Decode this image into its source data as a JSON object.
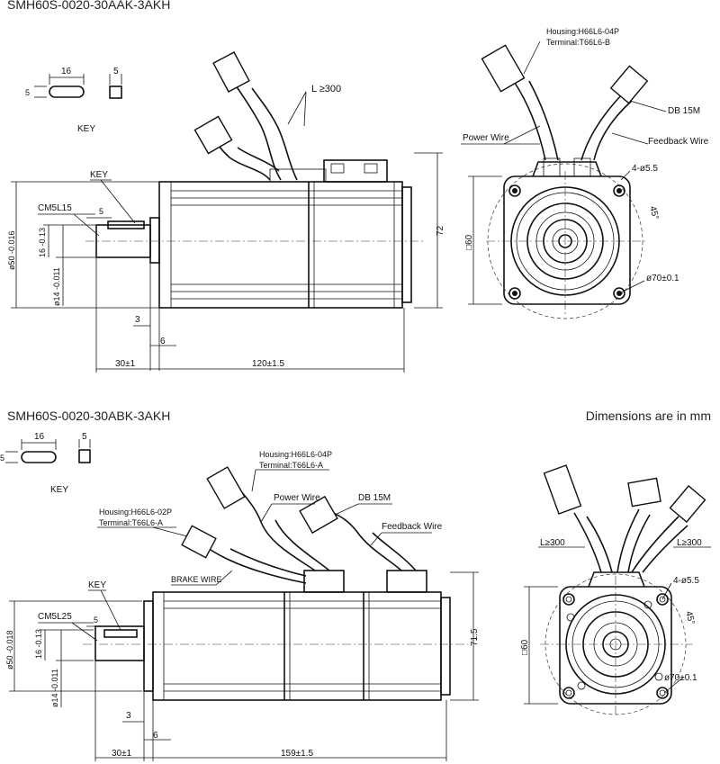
{
  "models": [
    {
      "name": "SMH60S-0020-30AAK-3AKH",
      "key_width": "16",
      "key_height_side": "5",
      "key_height_end": "5",
      "key_view_label": "KEY",
      "key_label": "KEY",
      "thread": "CM5L15",
      "key_offset": "5",
      "pilot_dia": "ø50 -0.016",
      "key_depth": "16 -0.13",
      "shaft_dia": "ø14 -0.011",
      "height": "72",
      "flange_thk": "3",
      "pilot_len": "6",
      "shaft_len": "30±1",
      "body_len": "120±1.5",
      "cable_len": "L ≥300",
      "housing": "Housing:H66L6-04P",
      "terminal": "Terminal:T66L6-B",
      "db": "DB 15M",
      "power": "Power Wire",
      "feedback": "Feedback Wire",
      "holes": "4-ø5.5",
      "angle": "45°",
      "square": "□60",
      "pcd": "ø70±0.1"
    },
    {
      "name": "SMH60S-0020-30ABK-3AKH",
      "key_width": "16",
      "key_height_side": "5",
      "key_height_end": "5",
      "key_view_label": "KEY",
      "key_label": "KEY",
      "thread": "CM5L25",
      "key_offset": "5",
      "pilot_dia": "ø50 -0.018",
      "key_depth": "16 -0.13",
      "shaft_dia": "ø14 -0.011",
      "height": "71.5",
      "flange_thk": "3",
      "pilot_len": "6",
      "shaft_len": "30±1",
      "body_len": "159±1.5",
      "housing_main": "Housing:H66L6-04P",
      "terminal_main": "Terminal:T66L6-A",
      "housing_brake": "Housing:H66L6-02P",
      "terminal_brake": "Terminal:T66L6-A",
      "power": "Power Wire",
      "db": "DB 15M",
      "feedback": "Feedback Wire",
      "brake": "BRAKE WIRE",
      "cable_len_left": "L≥300",
      "cable_len_right": "L≥300",
      "holes": "4-ø5.5",
      "angle": "45°",
      "square": "□60",
      "pcd": "ø70±0.1"
    }
  ],
  "units_note": "Dimensions are in mm"
}
